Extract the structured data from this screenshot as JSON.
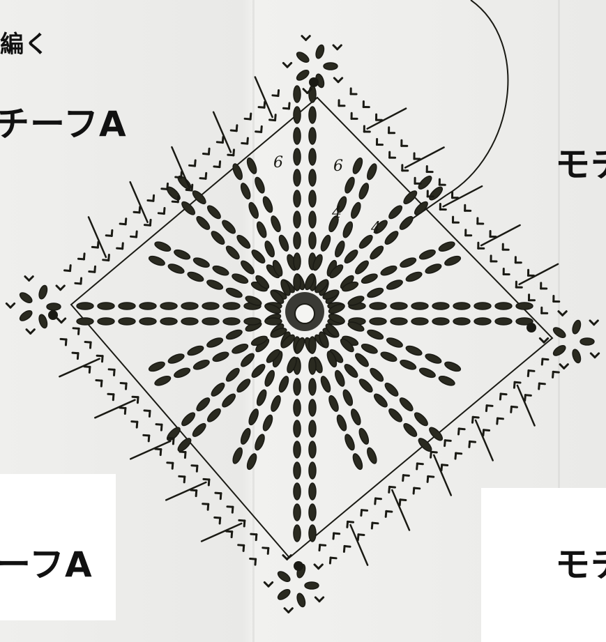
{
  "labels": {
    "top_left_fragment": "編く",
    "top_left": "チーフA",
    "top_right": "モチ",
    "bottom_left": "ーフA",
    "bottom_right": "モチ"
  },
  "round_numbers": [
    "6",
    "6",
    "4",
    "4"
  ],
  "colors": {
    "ink": "#1a1a14",
    "paper": "#ececea"
  }
}
